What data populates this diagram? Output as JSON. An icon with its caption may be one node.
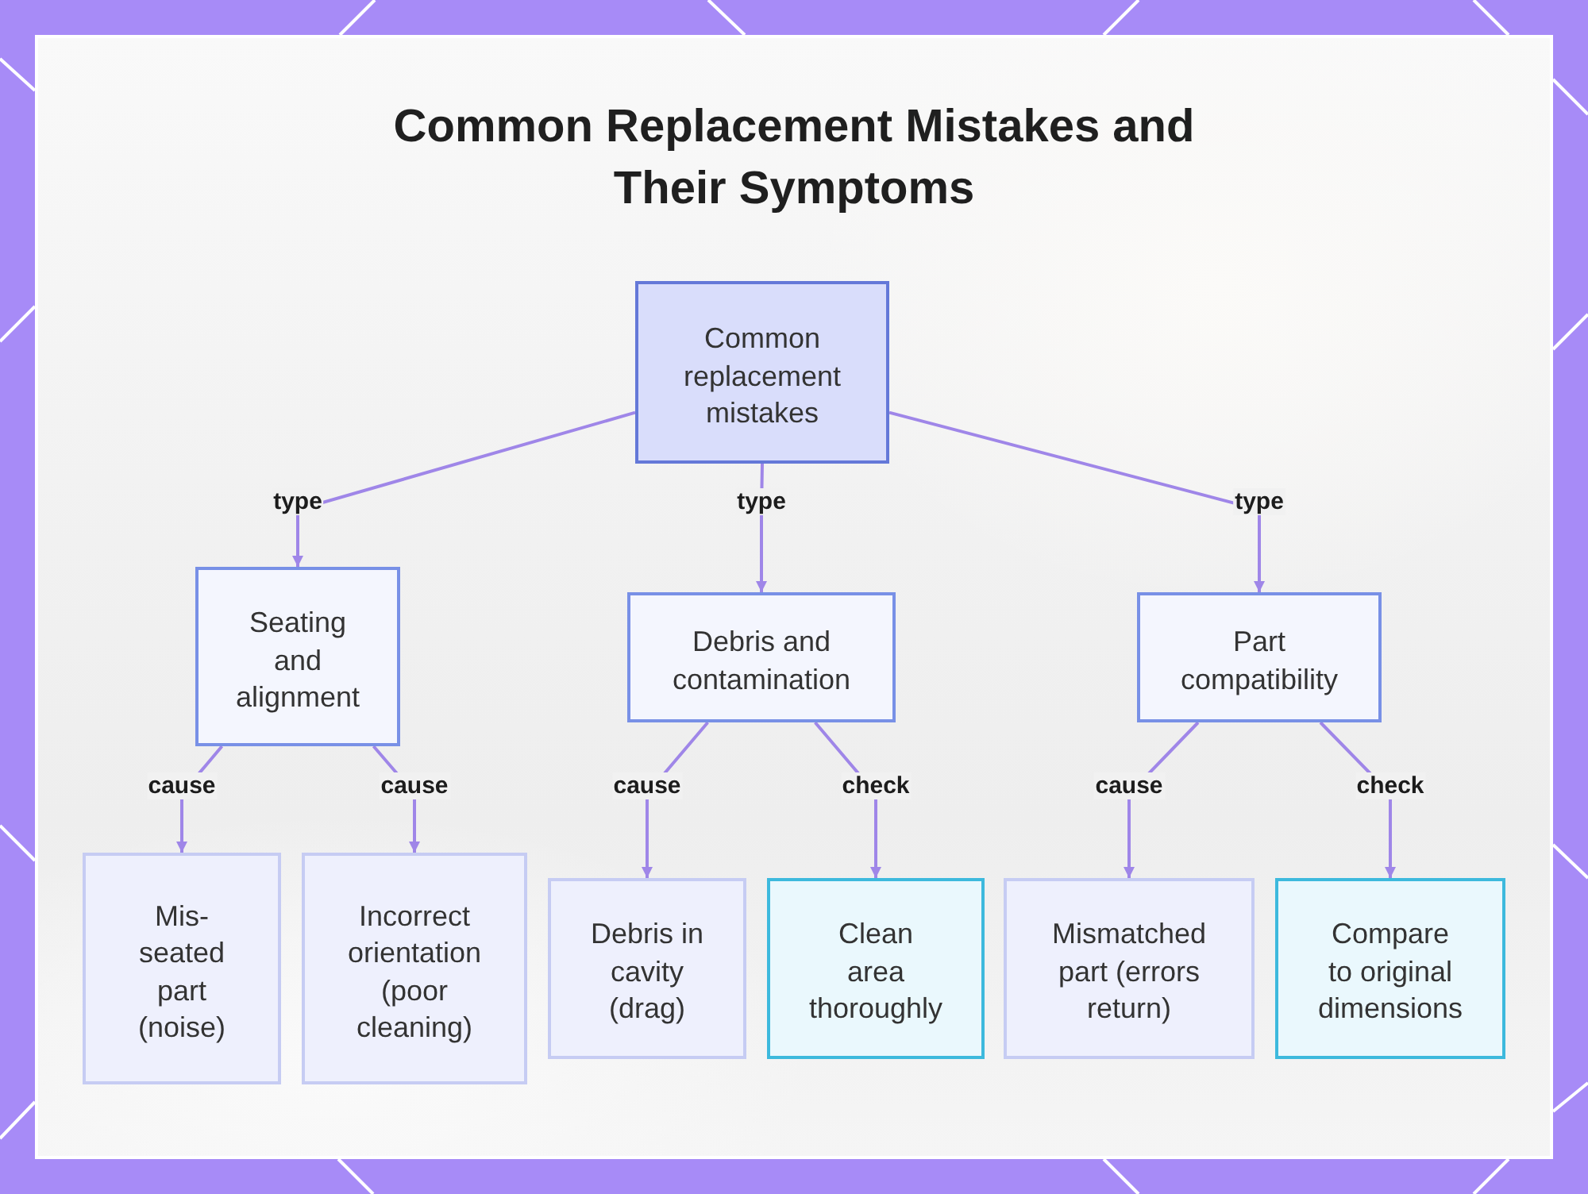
{
  "diagram": {
    "title": "Common Replacement Mistakes and Their Symptoms",
    "nodes": [
      {
        "text": [
          "Common replacement mistakes"
        ]
      },
      {
        "text": [
          "Seating and alignment"
        ]
      },
      {
        "text": [
          "Debris and contamination"
        ]
      },
      {
        "text": [
          "Part compatibility"
        ]
      },
      {
        "text": [
          "Mis-seated part (noise)"
        ]
      },
      {
        "text": [
          "Incorrect orientation (poor cleaning)"
        ]
      },
      {
        "text": [
          "Debris in cavity (drag)"
        ]
      },
      {
        "text": [
          "Clean area thoroughly"
        ]
      },
      {
        "text": [
          "Mismatched part (errors return)"
        ]
      },
      {
        "text": [
          "Compare to original dimensions"
        ]
      }
    ],
    "edges": [
      {
        "from": 0,
        "to": 1,
        "arrow": "to",
        "label": "type"
      },
      {
        "from": 0,
        "to": 2,
        "arrow": "to",
        "label": "type"
      },
      {
        "from": 0,
        "to": 3,
        "arrow": "to",
        "label": "type"
      },
      {
        "from": 1,
        "to": 4,
        "arrow": "to",
        "label": "cause"
      },
      {
        "from": 1,
        "to": 5,
        "arrow": "to",
        "label": "cause"
      },
      {
        "from": 2,
        "to": 6,
        "arrow": "to",
        "label": "cause"
      },
      {
        "from": 2,
        "to": 7,
        "arrow": "to",
        "label": "check"
      },
      {
        "from": 3,
        "to": 8,
        "arrow": "to",
        "label": "cause"
      },
      {
        "from": 3,
        "to": 9,
        "arrow": "to",
        "label": "check"
      }
    ]
  }
}
